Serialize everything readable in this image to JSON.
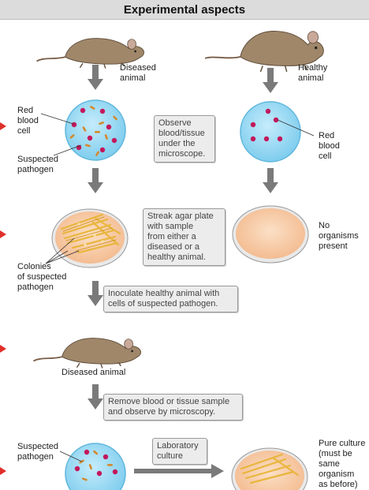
{
  "header": {
    "title": "Experimental aspects"
  },
  "labels": {
    "diseased_animal_top": [
      "Diseased",
      "animal"
    ],
    "healthy_animal": [
      "Healthy",
      "animal"
    ],
    "red_blood_cell_left": [
      "Red",
      "blood",
      "cell"
    ],
    "suspected_pathogen_top": [
      "Suspected",
      "pathogen"
    ],
    "red_blood_cell_right": [
      "Red",
      "blood",
      "cell"
    ],
    "no_organisms": [
      "No",
      "organisms",
      "present"
    ],
    "colonies": [
      "Colonies",
      "of suspected",
      "pathogen"
    ],
    "diseased_animal_mid": "Diseased animal",
    "suspected_pathogen_bottom": [
      "Suspected",
      "pathogen"
    ],
    "pure_culture": [
      "Pure culture",
      "(must be",
      "same",
      "organism",
      "as before)"
    ]
  },
  "boxes": {
    "observe": [
      "Observe",
      "blood/tissue",
      "under the",
      "microscope."
    ],
    "streak": [
      "Streak agar plate",
      "with sample",
      "from either a",
      "diseased or a",
      "healthy animal."
    ],
    "inoculate": [
      "Inoculate healthy animal with",
      "cells of suspected pathogen."
    ],
    "remove": [
      "Remove blood or tissue sample",
      "and observe by microscopy."
    ],
    "lab_culture": [
      "Laboratory",
      "culture"
    ]
  },
  "colors": {
    "accent_red": "#e0302a",
    "slide_blue": "#8fd6f2",
    "blood_cell": "#c2185b",
    "bacteria": "#d4892c",
    "arrow_gray": "#7a7a7a",
    "agar": "#f6c8a3",
    "colony_streak": "#e8b63d",
    "mouse_fur": "#a0876a"
  }
}
